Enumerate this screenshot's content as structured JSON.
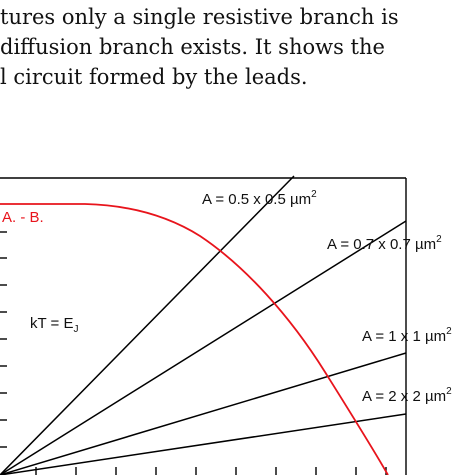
{
  "text_lines": [
    "tures only a single resistive branch is",
    "diffusion branch exists.  It shows the",
    "l circuit formed by the leads."
  ],
  "figure": {
    "red_label": "A. - B.",
    "condition_label": "kT = E",
    "condition_sub": "J",
    "line_labels": [
      {
        "text": "A = 0.5 x 0.5 µm",
        "sup": "2"
      },
      {
        "text": "A = 0.7 x 0.7 µm",
        "sup": "2"
      },
      {
        "text": "A = 1 x 1 µm",
        "sup": "2"
      },
      {
        "text": "A = 2 x 2 µm",
        "sup": "2"
      }
    ],
    "colors": {
      "curve": "#e8141c",
      "lines": "#000000",
      "text": "#111111"
    }
  }
}
